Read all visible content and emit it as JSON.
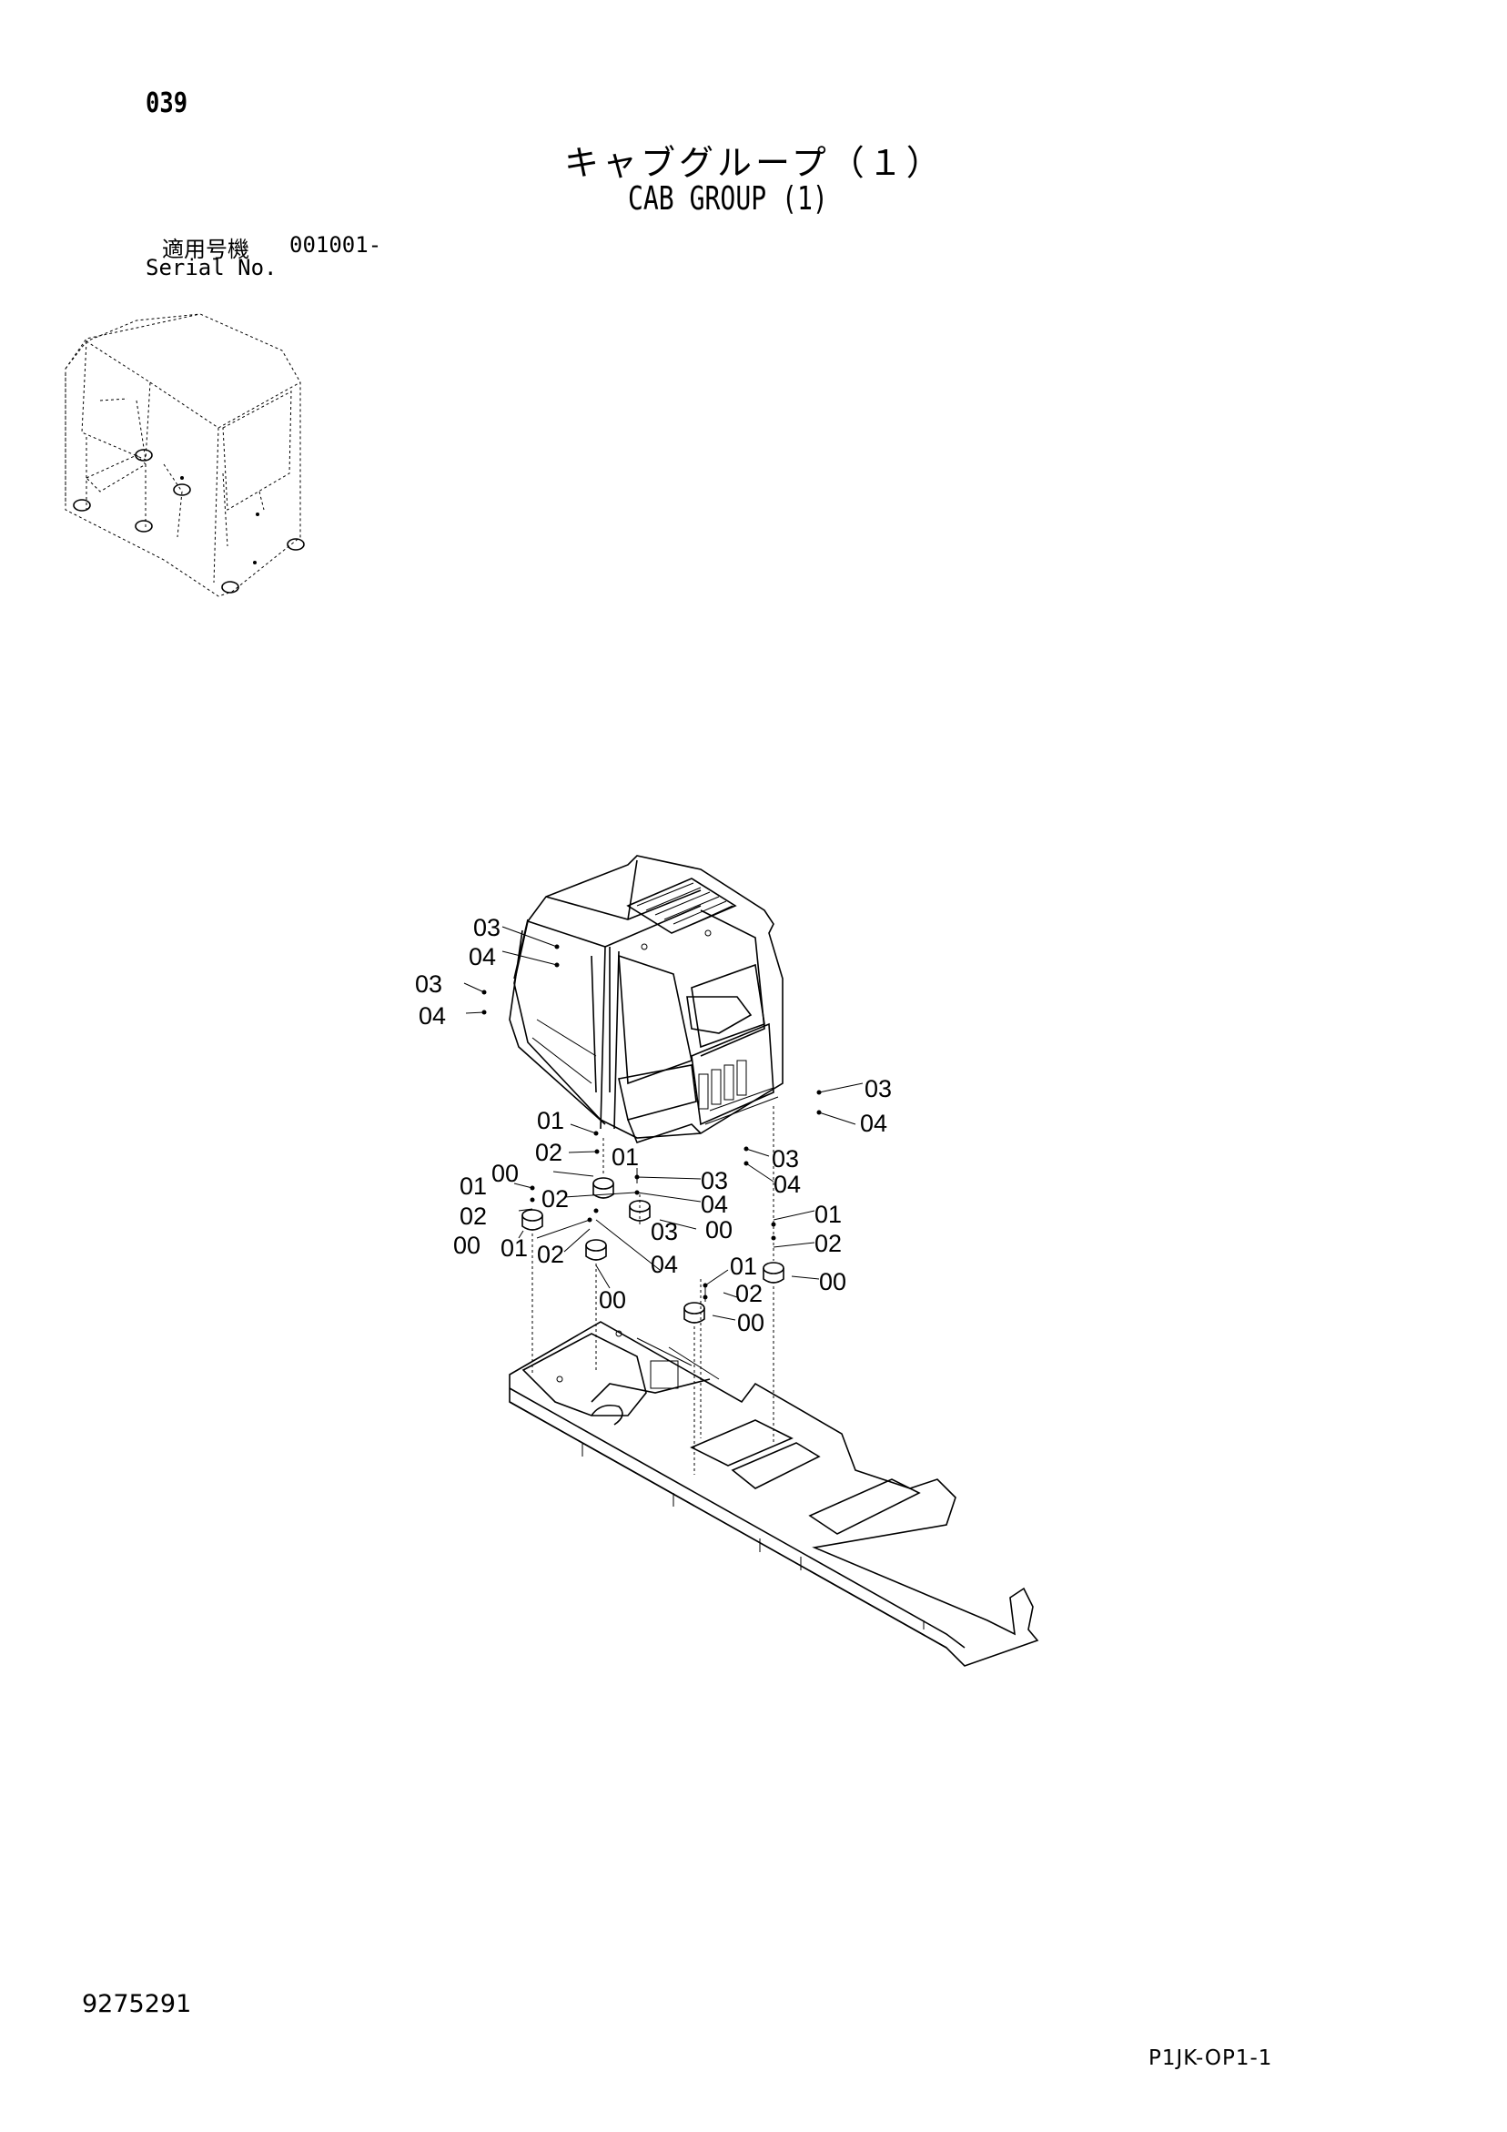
{
  "page": {
    "number": "039"
  },
  "title": {
    "japanese": "キャブグループ（１）",
    "english": "CAB GROUP (1)"
  },
  "serial": {
    "label_jp": "適用号機",
    "value": "001001-",
    "label_en": "Serial No."
  },
  "footer": {
    "drawing_number": "9275291",
    "page_code": "P1JK-OP1-1"
  },
  "callouts": [
    {
      "id": "c1",
      "text": "03"
    },
    {
      "id": "c2",
      "text": "04"
    },
    {
      "id": "c3",
      "text": "03"
    },
    {
      "id": "c4",
      "text": "04"
    },
    {
      "id": "c5",
      "text": "03"
    },
    {
      "id": "c6",
      "text": "04"
    },
    {
      "id": "c7",
      "text": "01"
    },
    {
      "id": "c8",
      "text": "02"
    },
    {
      "id": "c9",
      "text": "00"
    },
    {
      "id": "c10",
      "text": "01"
    },
    {
      "id": "c11",
      "text": "03"
    },
    {
      "id": "c12",
      "text": "03"
    },
    {
      "id": "c13",
      "text": "04"
    },
    {
      "id": "c14",
      "text": "01"
    },
    {
      "id": "c15",
      "text": "02"
    },
    {
      "id": "c16",
      "text": "02"
    },
    {
      "id": "c17",
      "text": "04"
    },
    {
      "id": "c18",
      "text": "03"
    },
    {
      "id": "c19",
      "text": "00"
    },
    {
      "id": "c20",
      "text": "00"
    },
    {
      "id": "c21",
      "text": "01"
    },
    {
      "id": "c22",
      "text": "02"
    },
    {
      "id": "c23",
      "text": "04"
    },
    {
      "id": "c24",
      "text": "01"
    },
    {
      "id": "c25",
      "text": "02"
    },
    {
      "id": "c26",
      "text": "00"
    },
    {
      "id": "c27",
      "text": "01"
    },
    {
      "id": "c28",
      "text": "02"
    },
    {
      "id": "c29",
      "text": "00"
    },
    {
      "id": "c30",
      "text": "00"
    }
  ]
}
